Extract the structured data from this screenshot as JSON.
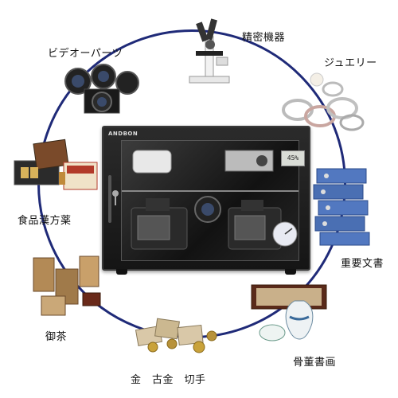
{
  "labels": {
    "microscope": "精密機器",
    "jewelry": "ジュエリー",
    "video_parts": "ビデオーパーツ",
    "food_herbal": "食品漢方薬",
    "documents": "重要文書",
    "tea": "御茶",
    "antiques": "骨董書画",
    "money": "金　古金　切手"
  },
  "cabinet": {
    "brand": "ANDBON",
    "display": "45%"
  },
  "colors": {
    "ring": "#1f2a78",
    "cabinet": "#1c1c1c",
    "binder": "#4a6fb3",
    "tea_box": "#a07a4a"
  },
  "icons": [
    "microscope-icon",
    "jewelry-rings-icon",
    "camera-lens-icon",
    "food-box-icon",
    "binder-icon",
    "tea-box-icon",
    "vase-icon",
    "coins-icon"
  ]
}
